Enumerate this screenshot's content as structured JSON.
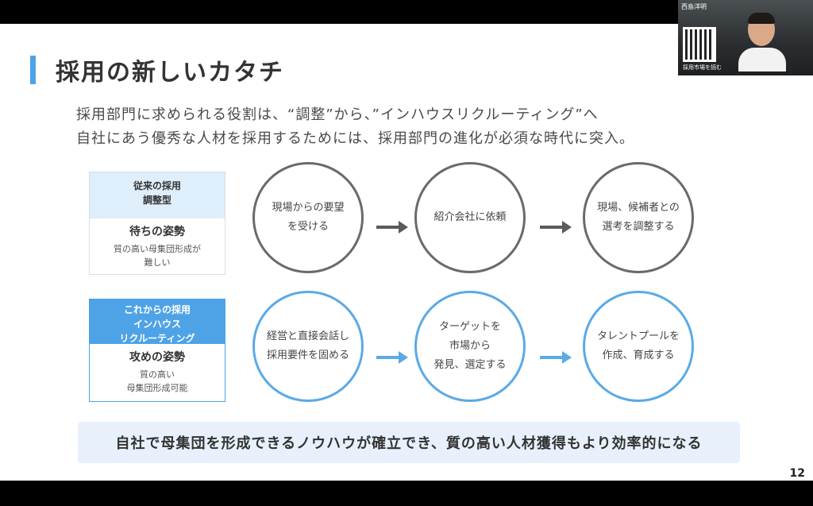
{
  "slide": {
    "title": "採用の新しいカタチ",
    "subtitle_line1": "採用部門に求められる役割は、“調整”から、”インハウスリクルーティング”へ",
    "subtitle_line2": "自社にあう優秀な人材を採用するためには、採用部門の進化が必須な時代に突入。",
    "page_number": "12"
  },
  "conventional": {
    "head_line1": "従来の採用",
    "head_line2": "調整型",
    "stance": "待ちの姿勢",
    "note_line1": "質の高い母集団形成が",
    "note_line2": "難しい",
    "steps": [
      {
        "line1": "現場からの要望",
        "line2": "を受ける"
      },
      {
        "line1": "紹介会社に依頼",
        "line2": ""
      },
      {
        "line1": "現場、候補者との",
        "line2": "選考を調整する"
      }
    ]
  },
  "future": {
    "head_line1": "これからの採用",
    "head_line2": "インハウス",
    "head_line3": "リクルーティング",
    "stance": "攻めの姿勢",
    "note_line1": "質の高い",
    "note_line2": "母集団形成可能",
    "steps": [
      {
        "line1": "経営と直接会話し",
        "line2": "採用要件を固める",
        "line3": ""
      },
      {
        "line1": "ターゲットを",
        "line2": "市場から",
        "line3": "発見、選定する"
      },
      {
        "line1": "タレントプールを",
        "line2": "作成、育成する",
        "line3": ""
      }
    ]
  },
  "banner": "自社で母集団を形成できるノウハウが確立でき、質の高い人材獲得もより効率的になる",
  "webcam": {
    "name": "西島洋明",
    "caption": "採用市場を読む"
  },
  "colors": {
    "accent_blue": "#4ea3e6",
    "circle_gray": "#6a6a6a",
    "circle_blue": "#5aaae6",
    "banner_bg": "#e8f1fb"
  }
}
